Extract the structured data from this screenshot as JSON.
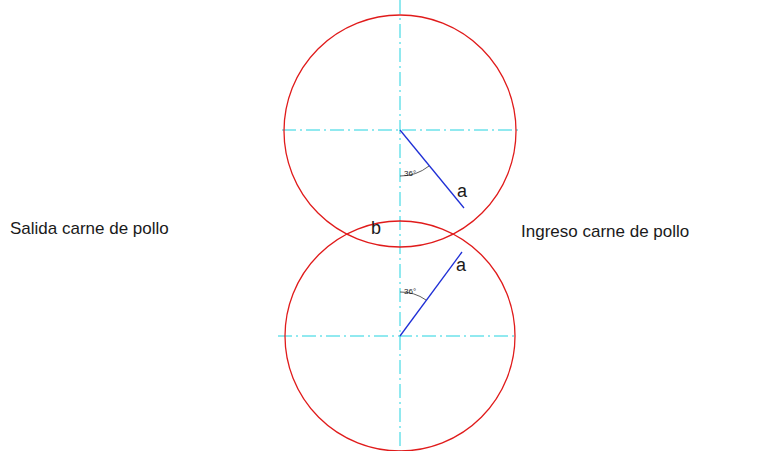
{
  "diagram": {
    "labels": [
      "36°",
      "a",
      "b",
      "Salida carne de pollo",
      "a",
      "36°",
      "Ingreso carne de pollo"
    ]
  }
}
